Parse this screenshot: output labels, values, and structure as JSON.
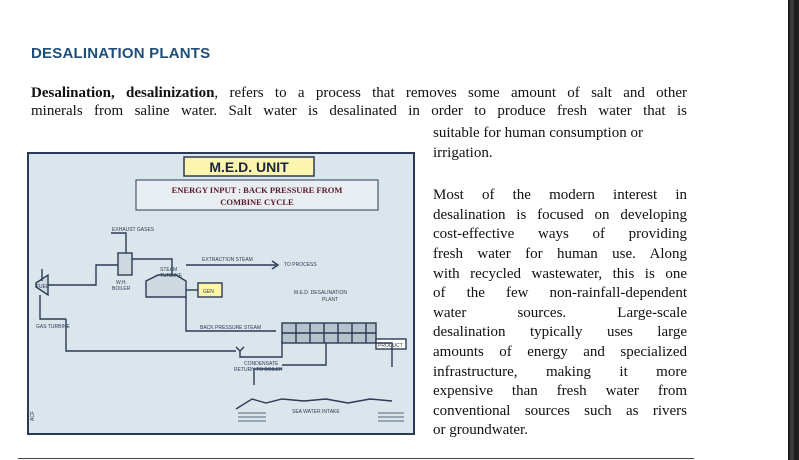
{
  "heading": "DESALINATION PLANTS",
  "intro": {
    "bold_term": "Desalination, desalinization",
    "line1_rest": ", refers to a process that removes some amount of salt and other",
    "line2": "minerals from saline water. Salt water is desalinated in order to produce fresh water that is"
  },
  "right_column": {
    "p1_lines": [
      "suitable for human consumption or",
      "irrigation."
    ],
    "p2_lines": [
      "Most of the modern interest in",
      "desalination is focused on developing",
      "cost-effective ways of providing",
      "fresh water for human use. Along",
      "with recycled wastewater, this is one",
      "of the few non-rainfall-dependent",
      "water sources. Large-scale",
      "desalination typically uses large",
      "amounts of energy and specialized",
      "infrastructure, making it more",
      "expensive than fresh water from",
      "conventional sources such as rivers",
      "or groundwater."
    ]
  },
  "diagram": {
    "title": "M.E.D. UNIT",
    "energy_line1": "ENERGY INPUT : BACK PRESSURE FROM",
    "energy_line2": "COMBINE CYCLE",
    "labels": {
      "exhaust_gases": "EXHAUST GASES",
      "extraction_steam": "EXTRACTION STEAM",
      "to_process": "TO PROCESS",
      "steam_turbine_1": "STEAM",
      "steam_turbine_2": "TURBINE",
      "wh_boiler_1": "W.H.",
      "wh_boiler_2": "BOILER",
      "fuel": "FUEL",
      "gen": "GEN",
      "med_plant_1": "M.E.D. DESALINATION",
      "med_plant_2": "PLANT",
      "gas_turbine": "GAS TURBINE",
      "back_pressure_steam": "BACK PRESSURE STEAM",
      "product": "PRODUCT",
      "condensate_1": "CONDENSATE",
      "condensate_2": "RETURN TO BOILER",
      "sea_water_intake": "SEA WATER INTAKE",
      "corner_mark": "ACF"
    },
    "colors": {
      "panel": "#dbe6ec",
      "lines": "#2b3a55",
      "title_bg": "#fbf5b0"
    }
  }
}
